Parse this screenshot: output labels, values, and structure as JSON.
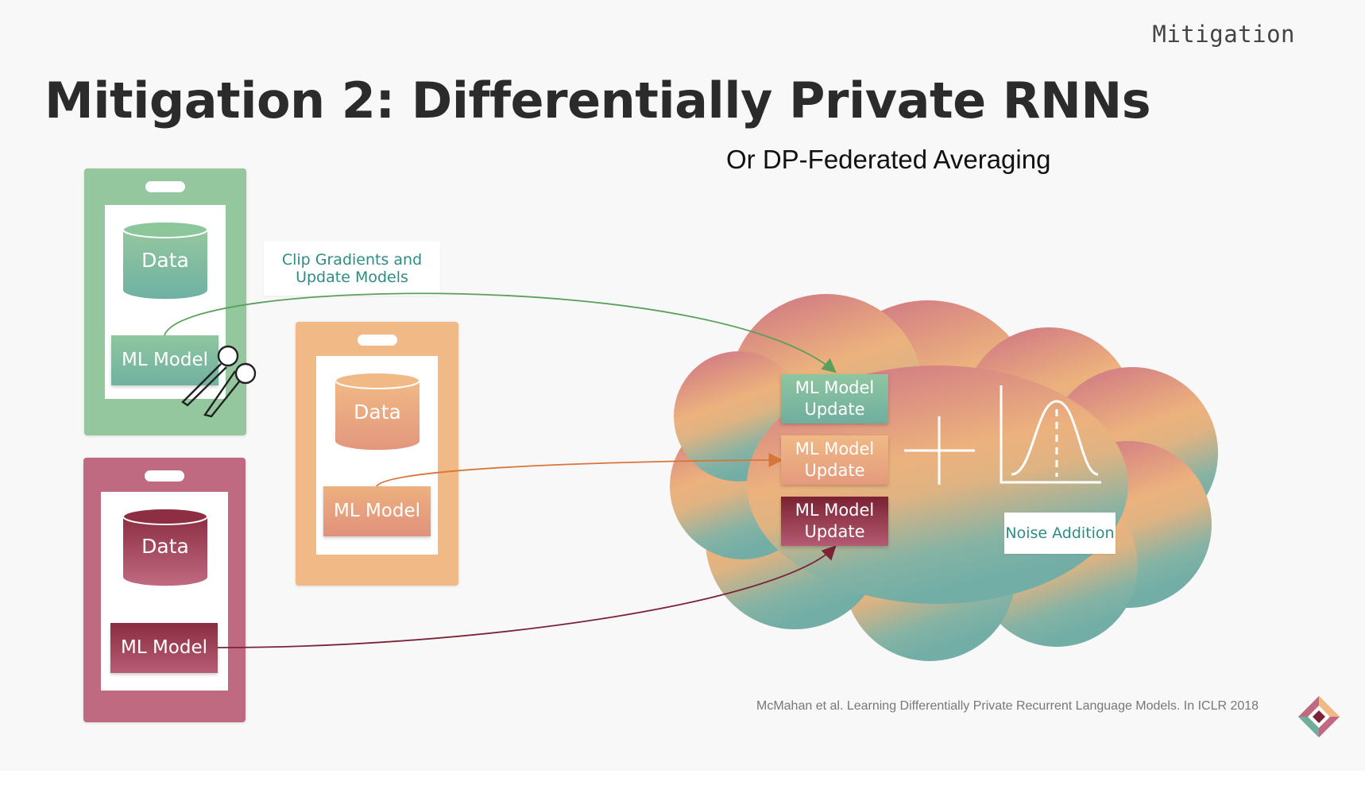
{
  "header": {
    "section_tag": "Mitigation",
    "title": "Mitigation 2: Differentially Private RNNs",
    "subtitle": "Or DP-Federated Averaging"
  },
  "devices": [
    {
      "data_label": "Data",
      "model_label": "ML Model",
      "color": "#94c79e"
    },
    {
      "data_label": "Data",
      "model_label": "ML Model",
      "color": "#f0b985"
    },
    {
      "data_label": "Data",
      "model_label": "ML Model",
      "color": "#c06a81"
    }
  ],
  "clip_label": "Clip Gradients and Update Models",
  "server": {
    "updates": [
      "ML Model Update",
      "ML Model Update",
      "ML Model Update"
    ],
    "noise_label": "Noise Addition"
  },
  "citation": "McMahan et al. Learning Differentially Private Recurrent Language Models. In ICLR 2018",
  "colors": {
    "green": "#94c79e",
    "orange": "#f0b985",
    "red": "#c06a81",
    "teal_text": "#2e8c85",
    "dark_red": "#7a2435"
  }
}
